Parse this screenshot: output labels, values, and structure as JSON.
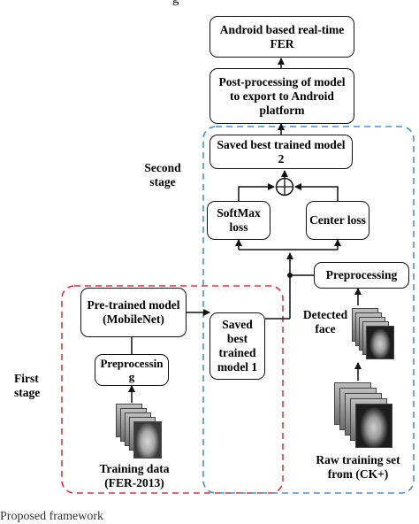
{
  "header_text_fragment": "g",
  "boxes": {
    "android_fer": "Android based real-time FER",
    "post_processing": "Post-processing of model to export to Android platform",
    "saved_model_2": "Saved best trained model 2",
    "softmax_loss": "SoftMax loss",
    "center_loss": "Center loss",
    "preprocessing_right": "Preprocessing",
    "pretrained_model": "Pre-trained model (MobileNet)",
    "preprocessing_left": "Preprocessing",
    "saved_model_1": "Saved best trained model 1"
  },
  "labels": {
    "second_stage": "Second stage",
    "first_stage": "First stage",
    "detected_face": "Detected face",
    "training_data": "Training data (FER-2013)",
    "raw_training_set": "Raw training set from (CK+)"
  },
  "operator_symbol": "⊕",
  "colors": {
    "first_stage_border": "#d9363e",
    "second_stage_border": "#4a8fd6"
  },
  "caption": "Proposed framework"
}
